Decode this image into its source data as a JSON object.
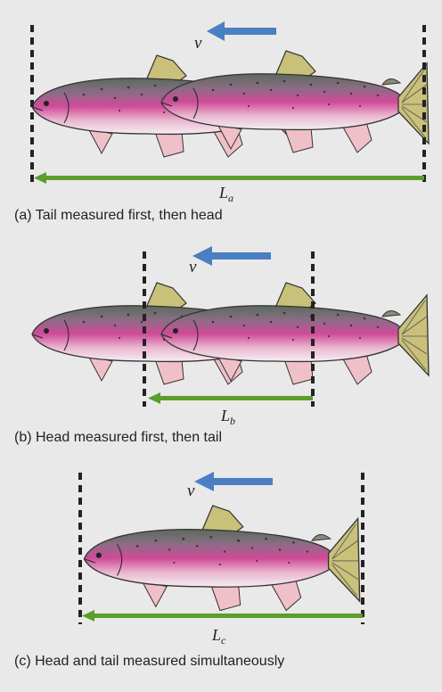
{
  "panels": {
    "a": {
      "caption": "(a) Tail measured first, then head",
      "length_label": "L",
      "length_subscript": "a"
    },
    "b": {
      "caption": "(b) Head measured first, then tail",
      "length_label": "L",
      "length_subscript": "b"
    },
    "c": {
      "caption": "(c) Head and tail measured simultaneously",
      "length_label": "L",
      "length_subscript": "c"
    }
  },
  "velocity_label": "v",
  "colors": {
    "background": "#e9e9e9",
    "velocity_arrow": "#4a7fc3",
    "length_arrow": "#5a9e2c",
    "fish_body": "#c05a9a",
    "fish_fin": "#c9c07a",
    "fish_lower_fin": "#f0c0c8"
  }
}
